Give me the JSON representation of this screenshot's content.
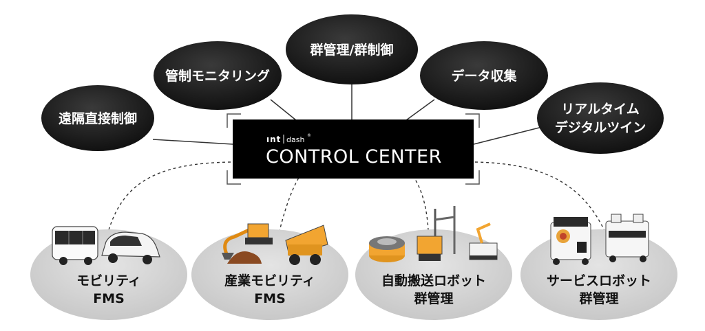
{
  "control_center": {
    "brand_int": "ınt",
    "brand_dash": "dash",
    "brand_mark": "®",
    "title": "CONTROL CENTER"
  },
  "functions": [
    {
      "line1": "遠隔直接制御",
      "line2": ""
    },
    {
      "line1": "管制モニタリング",
      "line2": ""
    },
    {
      "line1": "群管理/群制御",
      "line2": ""
    },
    {
      "line1": "データ収集",
      "line2": ""
    },
    {
      "line1": "リアルタイム",
      "line2": "デジタルツイン"
    }
  ],
  "platforms": [
    {
      "line1": "モビリティ",
      "line2": "FMS"
    },
    {
      "line1": "産業モビリティ",
      "line2": "FMS"
    },
    {
      "line1": "自動搬送ロボット",
      "line2": "群管理"
    },
    {
      "line1": "サービスロボット",
      "line2": "群管理"
    }
  ],
  "colors": {
    "bubble": "#1e1e1e",
    "platform": "#d2d2d2",
    "accent_orange": "#f2a531"
  }
}
